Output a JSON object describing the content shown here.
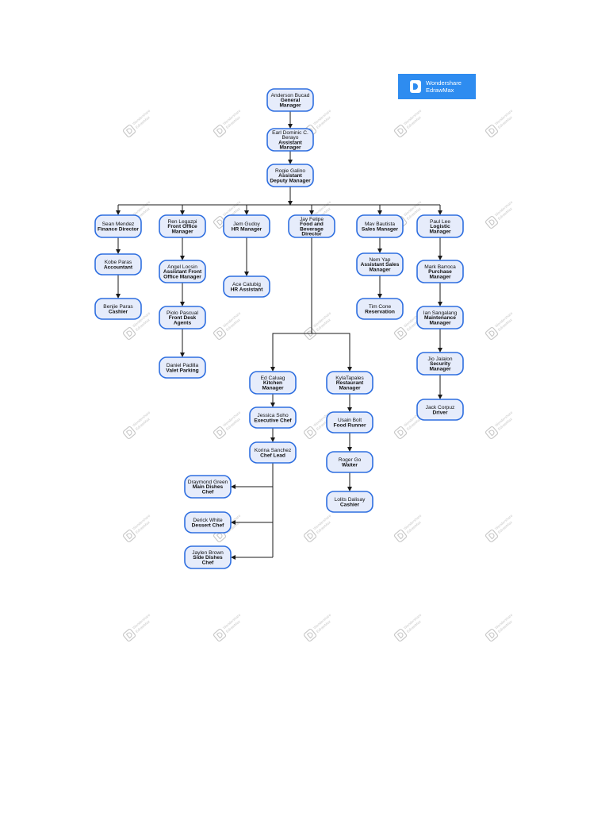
{
  "brand": {
    "line1": "Wondershare",
    "line2": "EdrawMax",
    "color": "#2e8cf0",
    "icon": "edrawmax-logo-icon"
  },
  "watermark": {
    "line1": "Wondershare",
    "line2": "EdrawMax",
    "icon": "edrawmax-watermark-icon"
  },
  "colors": {
    "node_fill": "#e6ecfb",
    "node_border": "#2f6fe0",
    "connector": "#1a1a1a"
  },
  "nodes": [
    {
      "id": "gm",
      "lines": [
        "Anderson Bucad",
        "General",
        "Manager"
      ],
      "bold_from": 1
    },
    {
      "id": "agm",
      "lines": [
        "Earl Dominic C.",
        "Berayo",
        "Assistant",
        "Manager"
      ],
      "bold_from": 2
    },
    {
      "id": "adm",
      "lines": [
        "Rogie Galino",
        "Assistant",
        "Deputy Manager"
      ],
      "bold_from": 1
    },
    {
      "id": "fin",
      "lines": [
        "Sean Mendez",
        "Finance Director"
      ],
      "bold_from": 1
    },
    {
      "id": "fom",
      "lines": [
        "Ren Legazpi",
        "Front Office",
        "Manager"
      ],
      "bold_from": 1
    },
    {
      "id": "hr",
      "lines": [
        "Jem Gudoy",
        "HR Manager"
      ],
      "bold_from": 1
    },
    {
      "id": "fnb",
      "lines": [
        "Jay Felipe",
        "Food and",
        "Beverage",
        "Director"
      ],
      "bold_from": 1
    },
    {
      "id": "sales",
      "lines": [
        "Mav Bautista",
        "Sales Manager"
      ],
      "bold_from": 1
    },
    {
      "id": "log",
      "lines": [
        "Paul Lee",
        "Logistic",
        "Manager"
      ],
      "bold_from": 1
    },
    {
      "id": "acc",
      "lines": [
        "Kobe Paras",
        "Accountant"
      ],
      "bold_from": 1
    },
    {
      "id": "cash1",
      "lines": [
        "Benjie Paras",
        "Cashier"
      ],
      "bold_from": 1
    },
    {
      "id": "afom",
      "lines": [
        "Angel Locsin",
        "Assistant Front",
        "Office Manager"
      ],
      "bold_from": 1
    },
    {
      "id": "fda",
      "lines": [
        "Piolo Pascual",
        "Front Desk",
        "Agents"
      ],
      "bold_from": 1
    },
    {
      "id": "valet",
      "lines": [
        "Daniel Padilla",
        "Valet Parking"
      ],
      "bold_from": 1
    },
    {
      "id": "hra",
      "lines": [
        "Ace Catubig",
        "HR Assistant"
      ],
      "bold_from": 1
    },
    {
      "id": "asm",
      "lines": [
        "Nem Yap",
        "Assistant Sales",
        "Manager"
      ],
      "bold_from": 1
    },
    {
      "id": "res",
      "lines": [
        "Tim Cone",
        "Reservation"
      ],
      "bold_from": 1
    },
    {
      "id": "pur",
      "lines": [
        "Mark Barroca",
        "Purchase",
        "Manager"
      ],
      "bold_from": 1
    },
    {
      "id": "mnt",
      "lines": [
        "Ian Sangalang",
        "Maintenance",
        "Manager"
      ],
      "bold_from": 1
    },
    {
      "id": "sec",
      "lines": [
        "Jio Jalalon",
        "Security",
        "Manager"
      ],
      "bold_from": 1
    },
    {
      "id": "drv",
      "lines": [
        "Jack Corpuz",
        "Driver"
      ],
      "bold_from": 1
    },
    {
      "id": "kit",
      "lines": [
        "Ed Caluag",
        "Kitchen",
        "Manager"
      ],
      "bold_from": 1
    },
    {
      "id": "rest",
      "lines": [
        "KylaTapales",
        "Restaurant",
        "Manager"
      ],
      "bold_from": 1
    },
    {
      "id": "exec",
      "lines": [
        "Jessica Soho",
        "Executive Chef"
      ],
      "bold_from": 1
    },
    {
      "id": "run",
      "lines": [
        "Usain Bolt",
        "Food Runner"
      ],
      "bold_from": 1
    },
    {
      "id": "lead",
      "lines": [
        "Korina Sanchez",
        "Chef Lead"
      ],
      "bold_from": 1
    },
    {
      "id": "wait",
      "lines": [
        "Roger Go",
        "Waiter"
      ],
      "bold_from": 1
    },
    {
      "id": "main",
      "lines": [
        "Draymond Green",
        "Main Dishes",
        "Chef"
      ],
      "bold_from": 1
    },
    {
      "id": "cash2",
      "lines": [
        "Lolits Dalisay",
        "Cashier"
      ],
      "bold_from": 1
    },
    {
      "id": "des",
      "lines": [
        "Derick White",
        "Dessert Chef"
      ],
      "bold_from": 1
    },
    {
      "id": "side",
      "lines": [
        "Jaylen Brown",
        "Side Dishes",
        "Chef"
      ],
      "bold_from": 1
    }
  ]
}
